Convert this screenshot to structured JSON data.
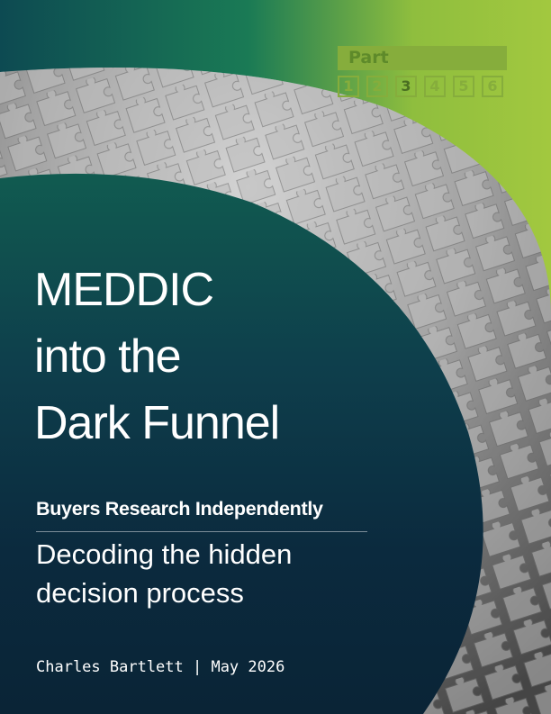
{
  "colors": {
    "lime": "#9cc43c",
    "dark_green": "#0f5a4c",
    "navy": "#0b2a3e",
    "white": "#ffffff"
  },
  "background_image": "puzzle-pieces-photo",
  "series_badge": {
    "label": "Part",
    "numbers": [
      "1",
      "2",
      "3",
      "4",
      "5",
      "6"
    ],
    "current": "3"
  },
  "title": {
    "lines": [
      "MEDDIC",
      "into the",
      "Dark Funnel"
    ]
  },
  "subtitle": {
    "heading": "Buyers Research Independently",
    "lines": [
      "Decoding the hidden",
      "decision process"
    ]
  },
  "byline": "Charles Bartlett | May 2026"
}
